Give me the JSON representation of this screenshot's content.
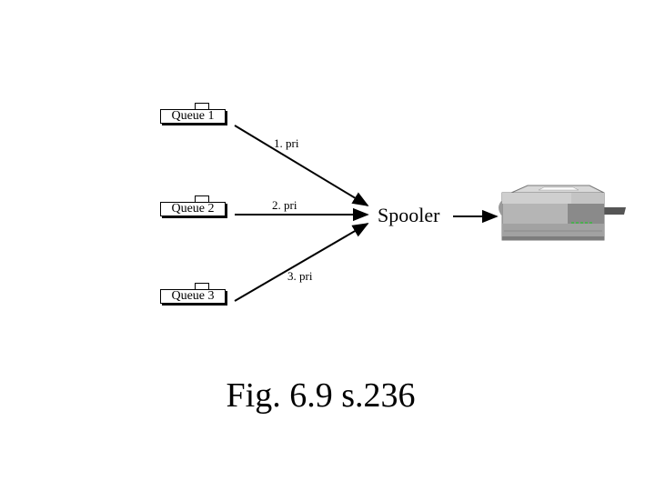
{
  "queues": [
    {
      "label": "Queue 1"
    },
    {
      "label": "Queue 2"
    },
    {
      "label": "Queue 3"
    }
  ],
  "priorities": [
    "1. pri",
    "2. pri",
    "3. pri"
  ],
  "spooler": {
    "label": "Spooler"
  },
  "caption": "Fig. 6.9 s.236",
  "colors": {
    "line": "#000000",
    "printer_body": "#b0b0b0",
    "printer_light": "#4caf50"
  },
  "icons": {
    "printer": "printer-icon"
  }
}
